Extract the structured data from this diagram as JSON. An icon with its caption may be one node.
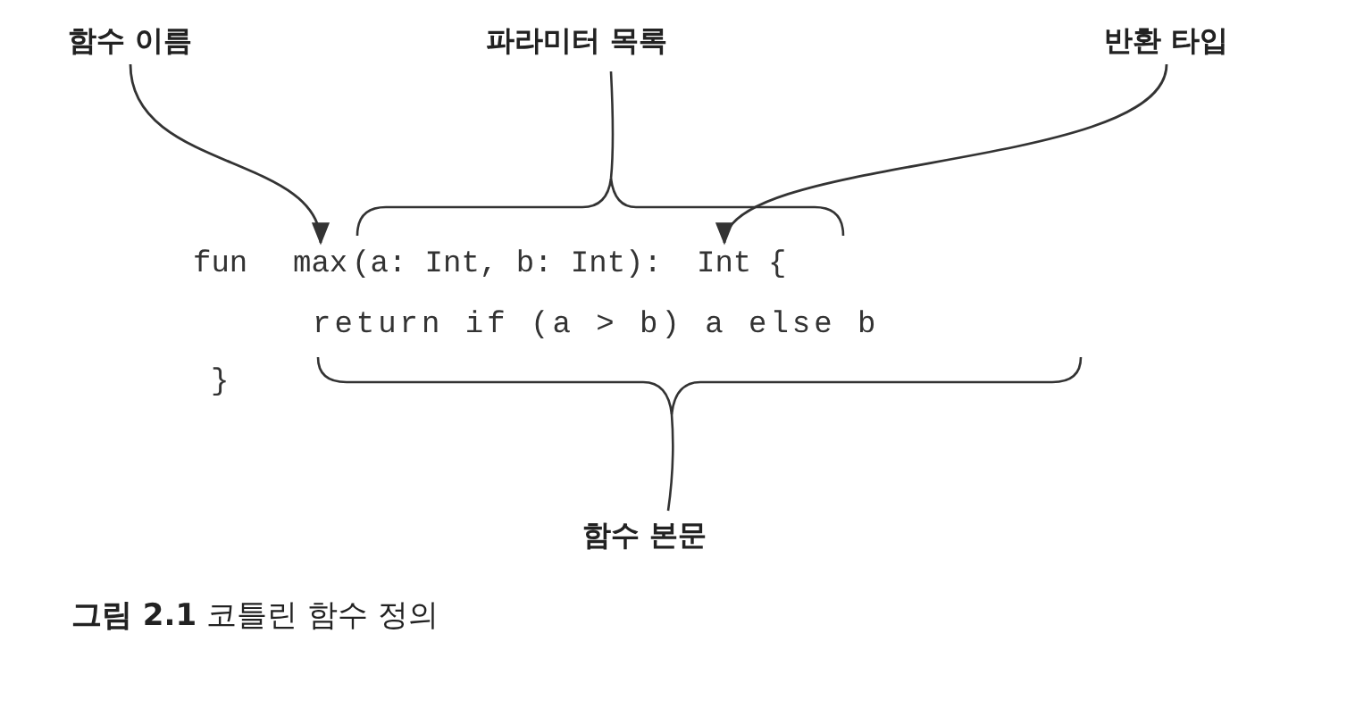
{
  "diagram": {
    "caption": "**그림 2.1** 코틀린 함수 정의",
    "nodes": [
      {
        "text": [
          "함수 이름"
        ]
      },
      {
        "text": [
          "파라미터 목록"
        ]
      },
      {
        "text": [
          "반환 타입"
        ]
      },
      {
        "text": [
          "max"
        ]
      },
      {
        "text": [
          "Int"
        ]
      },
      {
        "text": [
          "함수 본문"
        ]
      }
    ],
    "edges": [
      {
        "from": 0,
        "to": 3,
        "arrow": "to"
      },
      {
        "from": 2,
        "to": 4,
        "arrow": "to"
      }
    ],
    "labels": [
      "fun",
      "(a: Int, b: Int):",
      "{",
      "return if (a > b) a else b",
      "}"
    ]
  }
}
